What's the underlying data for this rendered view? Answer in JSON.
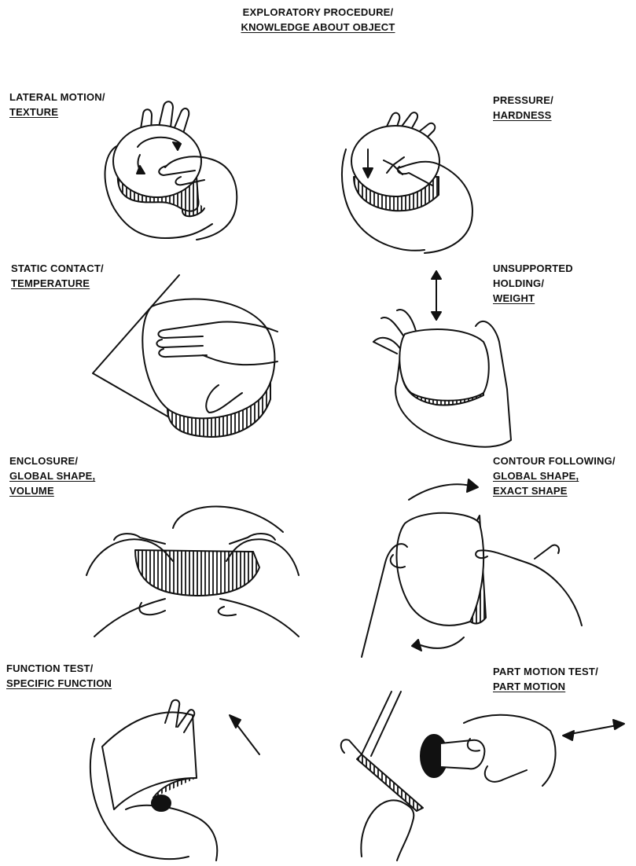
{
  "title": {
    "line1": "EXPLORATORY PROCEDURE/",
    "line2": "KNOWLEDGE ABOUT OBJECT"
  },
  "procedures": [
    {
      "procedure": "LATERAL MOTION/",
      "knowledge": [
        "TEXTURE"
      ]
    },
    {
      "procedure": "PRESSURE/",
      "knowledge": [
        "HARDNESS"
      ]
    },
    {
      "procedure": "STATIC CONTACT/",
      "knowledge": [
        "TEMPERATURE"
      ]
    },
    {
      "procedure": "UNSUPPORTED",
      "procedure2": "HOLDING/",
      "knowledge": [
        "WEIGHT"
      ]
    },
    {
      "procedure": "ENCLOSURE/",
      "knowledge": [
        "GLOBAL SHAPE,",
        "VOLUME"
      ]
    },
    {
      "procedure": "CONTOUR FOLLOWING/",
      "knowledge": [
        "GLOBAL SHAPE,",
        "EXACT SHAPE"
      ]
    },
    {
      "procedure": "FUNCTION TEST/",
      "knowledge": [
        "SPECIFIC FUNCTION"
      ]
    },
    {
      "procedure": "PART MOTION TEST/",
      "knowledge": [
        "PART MOTION"
      ]
    }
  ]
}
